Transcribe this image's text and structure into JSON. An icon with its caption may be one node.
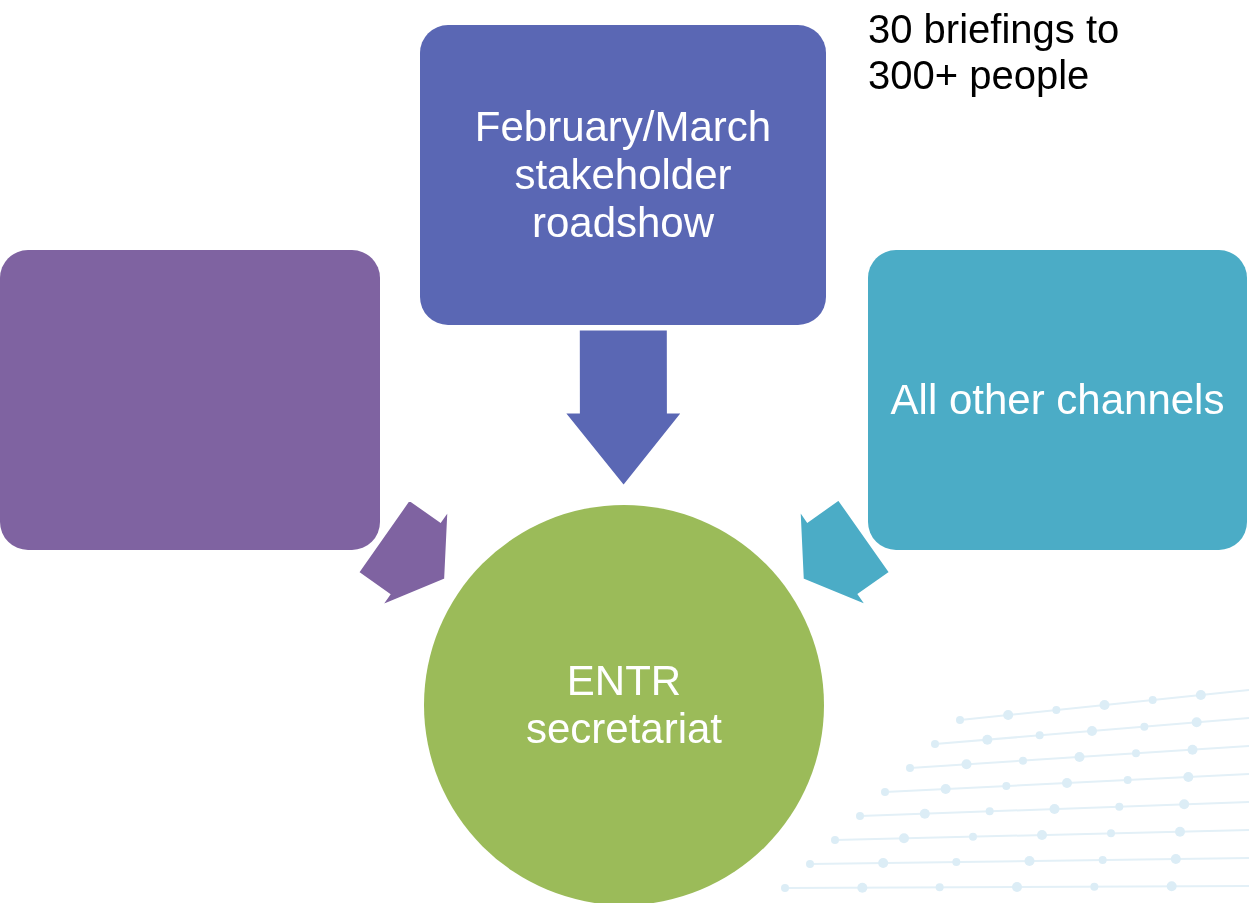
{
  "diagram": {
    "nodes": [
      {
        "text": [],
        "shape": "box"
      },
      {
        "text": [
          "February/March stakeholder roadshow"
        ],
        "beside": [
          "30 briefings to 300+ people"
        ]
      },
      {
        "text": [
          "All other channels"
        ]
      },
      {
        "text": [
          "ENTR secretariat"
        ]
      }
    ],
    "edges": [
      {
        "from": 0,
        "to": 3,
        "arrow": "to"
      },
      {
        "from": 1,
        "to": 3,
        "arrow": "to"
      },
      {
        "from": 2,
        "to": 3,
        "arrow": "to"
      }
    ]
  }
}
